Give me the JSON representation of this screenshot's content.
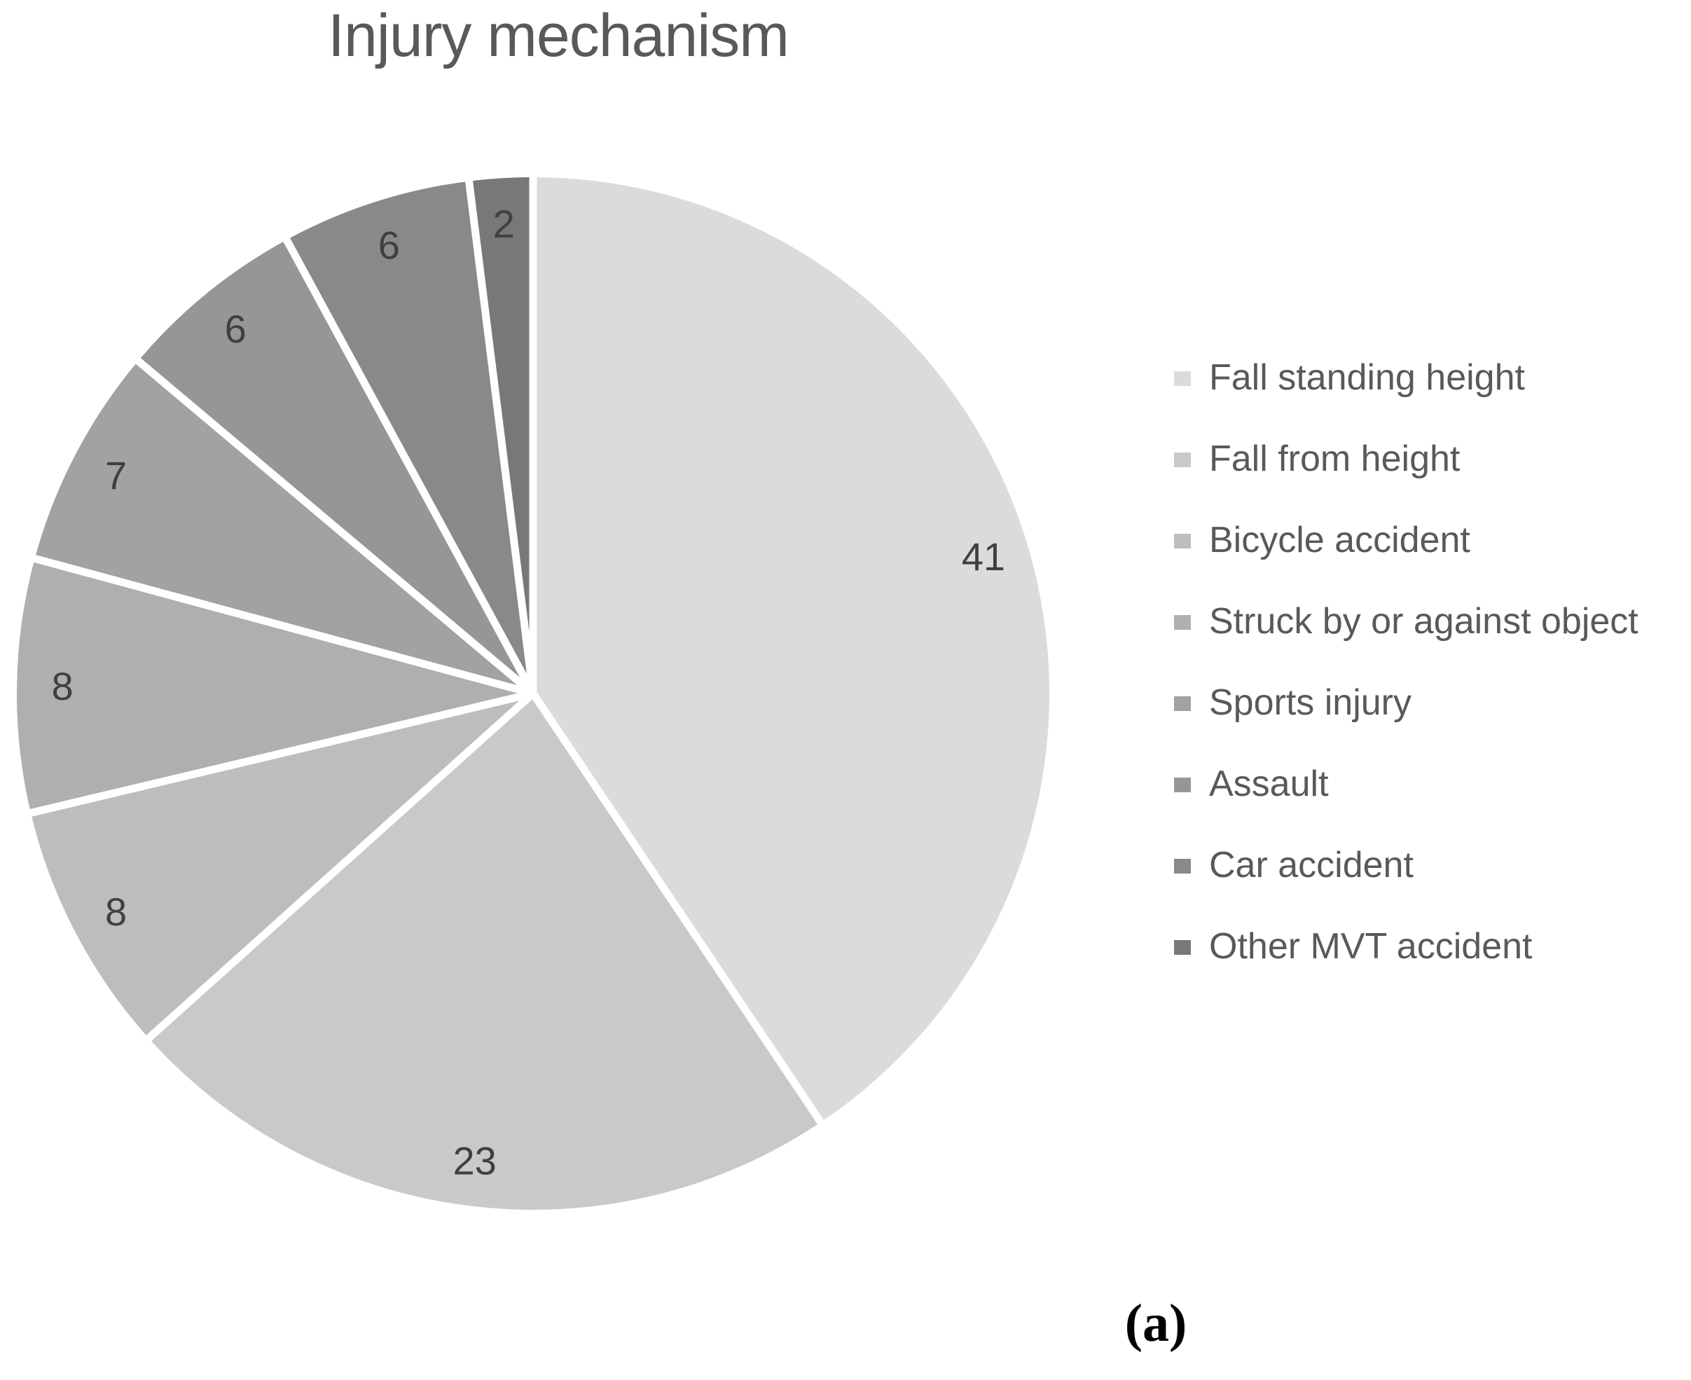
{
  "figure": {
    "caption": "(a)"
  },
  "chart_data": {
    "type": "pie",
    "title": "Injury mechanism",
    "categories": [
      "Fall standing height",
      "Fall from height",
      "Bicycle accident",
      "Struck by or against object",
      "Sports injury",
      "Assault",
      "Car accident",
      "Other MVT accident"
    ],
    "values": [
      41,
      23,
      8,
      8,
      7,
      6,
      6,
      2
    ],
    "colors": [
      "#DBDBDB",
      "#C9C9C9",
      "#BDBDBD",
      "#AFAFAF",
      "#A2A2A2",
      "#969696",
      "#898989",
      "#787878"
    ],
    "start_angle_deg": 0,
    "direction": "clockwise",
    "legend_position": "right",
    "slice_separator_color": "#FFFFFF",
    "value_label_color": "#404040",
    "text_color": "#595959",
    "background_color": "#FFFFFF"
  }
}
